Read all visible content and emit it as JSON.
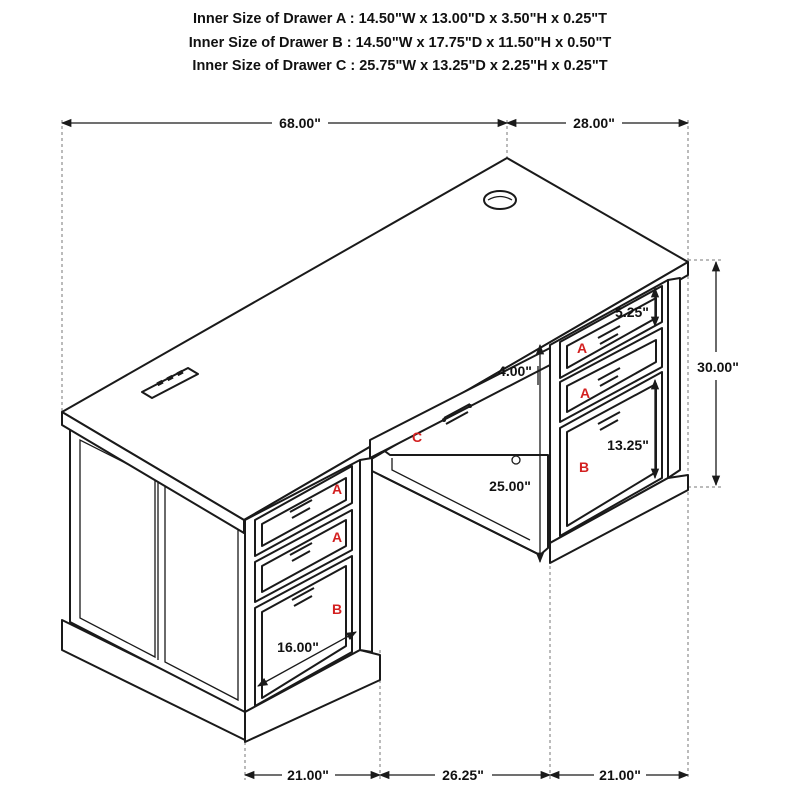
{
  "specs": {
    "drawer_a": "Inner Size of Drawer A : 14.50\"W x 13.00\"D x 3.50\"H x 0.25\"T",
    "drawer_b": "Inner Size of Drawer B : 14.50\"W x 17.75\"D x 11.50\"H x 0.50\"T",
    "drawer_c": "Inner Size of Drawer C : 25.75\"W x 13.25\"D x 2.25\"H x 0.25\"T"
  },
  "dimensions": {
    "overall_width": "68.00\"",
    "overall_depth": "28.00\"",
    "overall_height": "30.00\"",
    "knee_height": "25.00\"",
    "center_drawer_height": "4.00\"",
    "small_drawer_height": "5.25\"",
    "file_drawer_height": "13.25\"",
    "file_drawer_depth": "16.00\"",
    "left_pedestal_width": "21.00\"",
    "knee_width": "26.25\"",
    "right_pedestal_width": "21.00\""
  },
  "drawer_labels": {
    "a": "A",
    "b": "B",
    "c": "C"
  },
  "colors": {
    "line": "#1a1a1a",
    "label_red": "#d32020"
  }
}
